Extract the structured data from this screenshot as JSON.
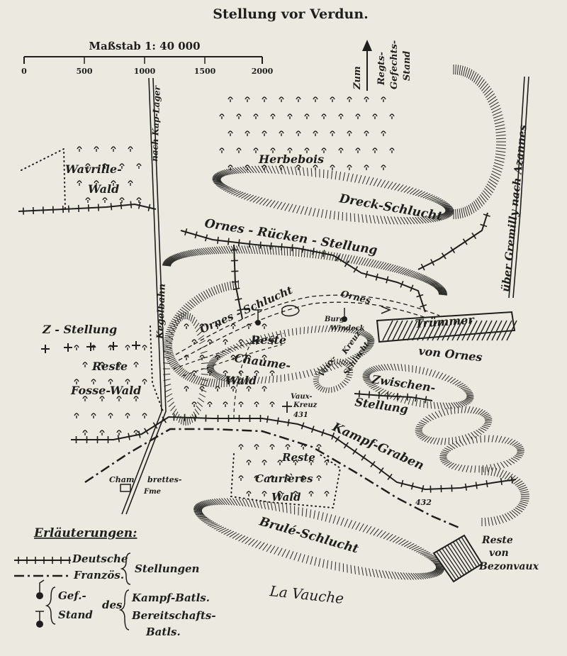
{
  "title": "Stellung vor Verdun.",
  "scale": {
    "label": "Maßstab 1: 40 000",
    "ticks": [
      "0",
      "500",
      "1000",
      "1500",
      "2000"
    ]
  },
  "labels": {
    "zum_regts": [
      "Zum",
      "Regts-",
      "Gefechts-",
      "Stand"
    ],
    "herbebois": "Herbebois",
    "wavrille": [
      "Wavrille-",
      "Wald"
    ],
    "kap_lager": "nach Kap-Lager",
    "dreck": "Dreck-Schlucht",
    "ornes_ruecken": "Ornes - Rücken - Stellung",
    "gremilly": "über Gremilly nach Azannes",
    "kegelbahn": "Kegelbahn",
    "ornes_schlucht": "Ornes - Schlucht",
    "ornes_stream": "Ornes",
    "burg": [
      "Burg",
      "Windeck"
    ],
    "truemmer": "Trümmer",
    "von_ornes": "von Ornes",
    "z_stellung": "Z - Stellung",
    "reste_fosse": [
      "Reste",
      "Fosse-Wald"
    ],
    "reste_chaume": [
      "Reste",
      "Chaume-",
      "Wald"
    ],
    "vaux_kreuz_schlucht": [
      "Vaux-",
      "Kreuz",
      "Schlucht"
    ],
    "zwischen": [
      "Zwischen-",
      "Stellung"
    ],
    "vaux_kreuz_431": [
      "Vaux-",
      "Kreuz",
      "431"
    ],
    "kampf_graben": "Kampf-Graben",
    "chambrettes": [
      "Cham",
      "brettes-",
      "Fme"
    ],
    "reste_caurieres": [
      "Reste",
      "Caurières",
      "Wald"
    ],
    "elev_432": "432",
    "brule": "Brulé-Schlucht",
    "bezonvaux": [
      "Reste",
      "von",
      "Bezonvaux"
    ],
    "la_vauche": "La Vauche"
  },
  "legend": {
    "heading": "Erläuterungen:",
    "deutsche": "Deutsche",
    "franzoes": "Französ.",
    "stellungen": "Stellungen",
    "gef": "Gef.-",
    "stand": "Stand",
    "des": "des",
    "kampf_batls": "Kampf-Batls.",
    "bereitschafts": "Bereitschafts-",
    "batls": "Batls."
  },
  "colors": {
    "paper": "#ece9e0",
    "ink": "#1e1e1c"
  }
}
